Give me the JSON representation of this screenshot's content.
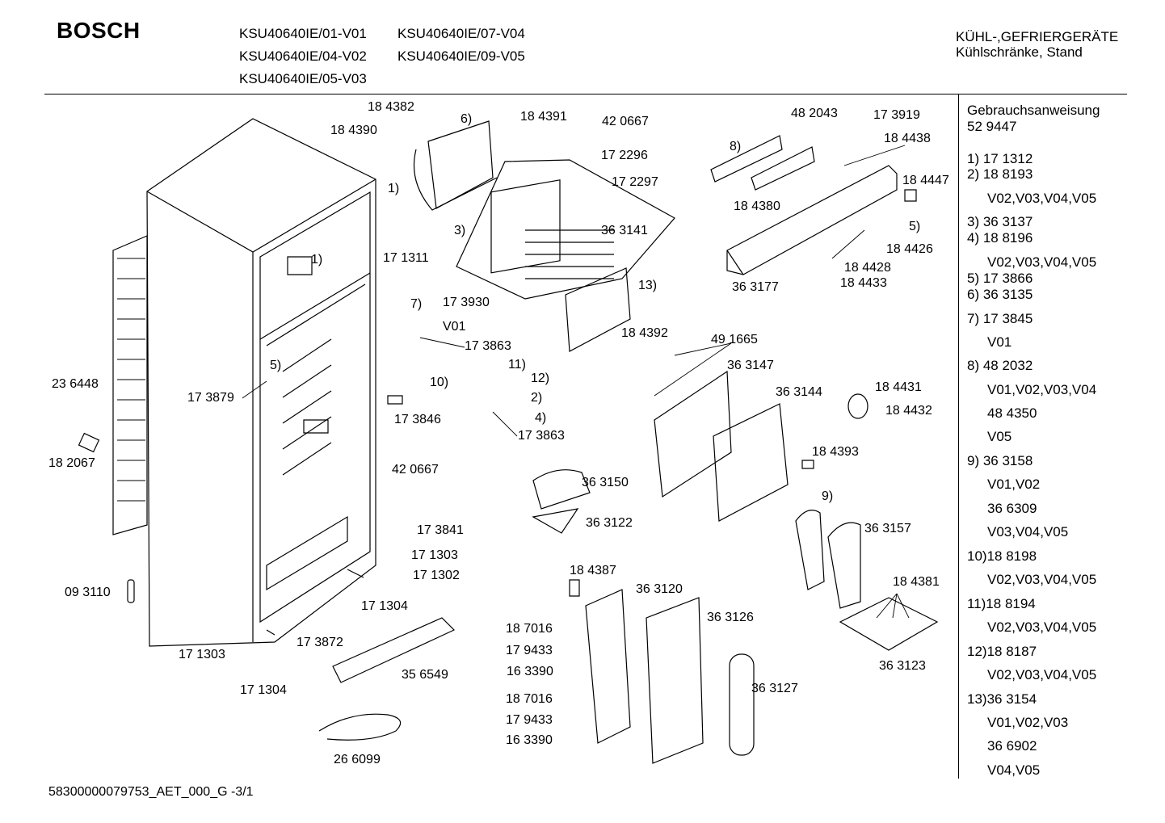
{
  "header": {
    "brand": "BOSCH",
    "models": [
      "KSU40640IE/01-V01",
      "KSU40640IE/07-V04",
      "KSU40640IE/04-V02",
      "KSU40640IE/09-V05",
      "KSU40640IE/05-V03"
    ],
    "category_line1": "KÜHL-,GEFRIERGERÄTE",
    "category_line2": "Kühlschränke, Stand"
  },
  "sidebar": {
    "manual_label": "Gebrauchsanweisung",
    "manual_number": "52 9447",
    "lines": [
      "1) 17 1312",
      "2) 18 8193",
      "V02,V03,V04,V05",
      "3) 36 3137",
      "4) 18 8196",
      "V02,V03,V04,V05",
      "5) 17 3866",
      "6) 36 3135",
      "7) 17 3845",
      "V01",
      "8) 48 2032",
      "V01,V02,V03,V04",
      "48 4350",
      "V05",
      "9) 36 3158",
      "V01,V02",
      "36 6309",
      "V03,V04,V05",
      "10)18 8198",
      "V02,V03,V04,V05",
      "11)18 8194",
      "V02,V03,V04,V05",
      "12)18 8187",
      "V02,V03,V04,V05",
      "13)36 3154",
      "V01,V02,V03",
      "36 6902",
      "V04,V05"
    ]
  },
  "labels": [
    "18 4382",
    "18 4390",
    "6)",
    "18 4391",
    "42 0667",
    "17 2296",
    "17 2297",
    "48 2043",
    "17 3919",
    "8)",
    "18 4438",
    "18 4447",
    "18 4380",
    "5)",
    "18 4426",
    "18 4428",
    "18 4433",
    "36 3177",
    "1)",
    "17 1311",
    "3)",
    "36 3141",
    "1)",
    "13)",
    "7)",
    "17 3930",
    "V01",
    "17 3863",
    "18 4392",
    "49 1665",
    "36 3147",
    "11)",
    "12)",
    "2)",
    "10)",
    "4)",
    "17 3846",
    "17 3863",
    "36 3144",
    "18 4431",
    "18 4432",
    "23 6448",
    "17 3879",
    "5)",
    "18 2067",
    "42 0667",
    "18 4393",
    "36 3150",
    "9)",
    "36 3122",
    "36 3157",
    "17 3841",
    "17 1303",
    "17 1302",
    "18 4387",
    "36 3120",
    "18 4381",
    "09 3110",
    "17 1304",
    "18 7016",
    "36 3126",
    "17 9433",
    "36 3123",
    "17 3872",
    "17 1303",
    "16 3390",
    "35 6549",
    "17 1304",
    "18 7016",
    "36 3127",
    "17 9433",
    "16 3390",
    "26 6099"
  ],
  "footer": "58300000079753_AET_000_G  -3/1"
}
